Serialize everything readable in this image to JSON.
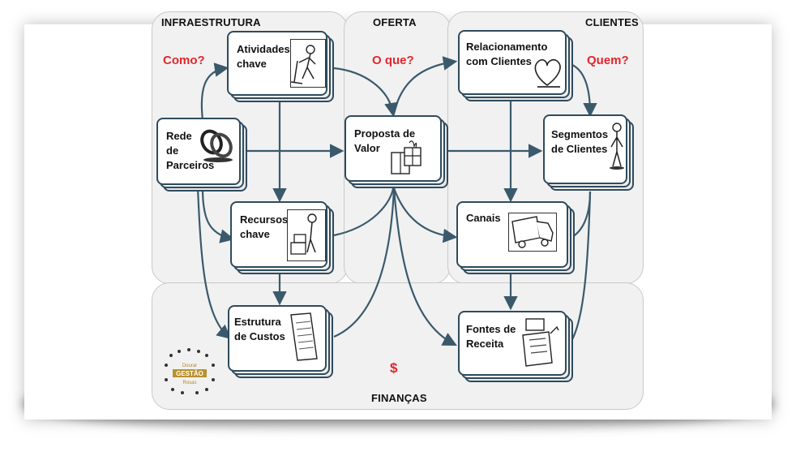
{
  "zones": {
    "infraestrutura": "INFRAESTRUTURA",
    "oferta": "OFERTA",
    "clientes": "CLIENTES",
    "financas": "FINANÇAS"
  },
  "questions": {
    "como": "Como?",
    "o_que": "O que?",
    "quem": "Quem?",
    "dinheiro": "$"
  },
  "blocks": {
    "atividades": "Atividades\nchave",
    "parceiros": "Rede\nde\nParceiros",
    "recursos": "Recursos\nchave",
    "proposta": "Proposta de\nValor",
    "relacionamento": "Relacionamento\ncom Clientes",
    "segmentos": "Segmentos\nde Clientes",
    "canais": "Canais",
    "custos": "Estrutura\nde Custos",
    "receita": "Fontes de\nReceita"
  },
  "logo": {
    "top": "Dourar",
    "middle": "GESTÃO",
    "bottom": "Rosas"
  },
  "colors": {
    "arrow": "#3a5a6c",
    "question": "#e3262c",
    "border": "#2f4b5d"
  }
}
